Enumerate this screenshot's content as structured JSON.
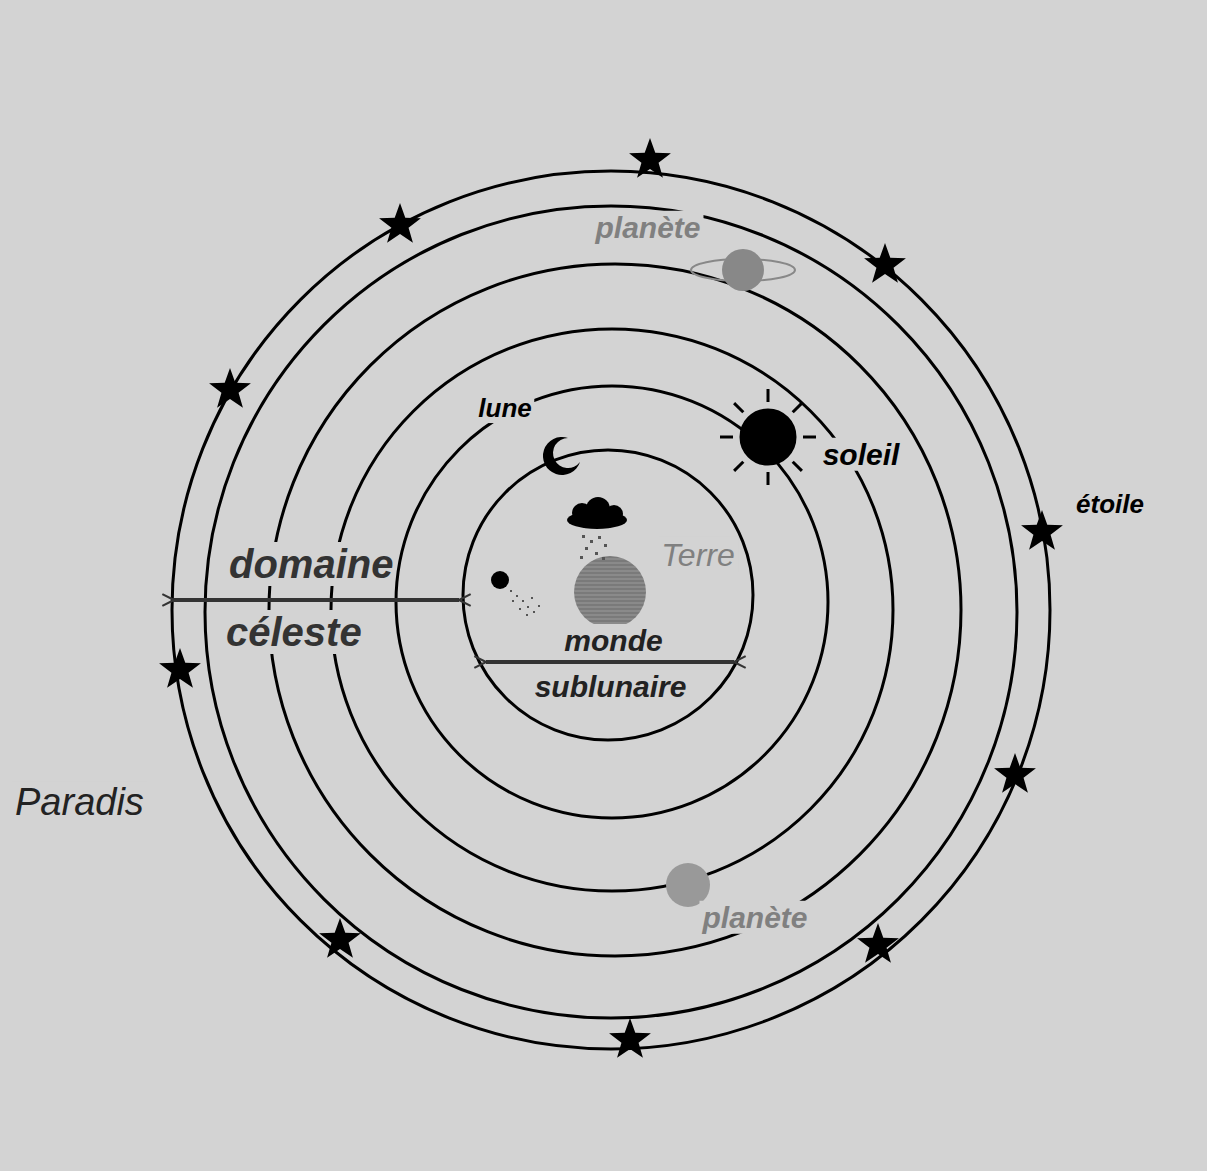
{
  "diagram": {
    "labels": [
      "planète",
      "lune",
      "soleil",
      "étoile",
      "Terre",
      "domaine céleste",
      "monde sublunaire",
      "Paradis",
      "planète"
    ]
  }
}
